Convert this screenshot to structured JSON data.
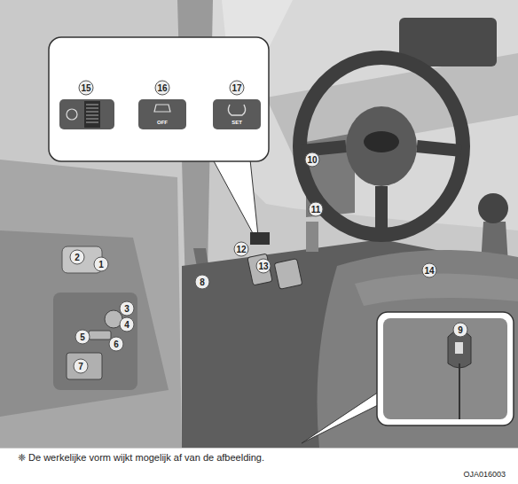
{
  "diagram": {
    "caption": "❈ De werkelijke vorm wijkt mogelijk af van de afbeelding.",
    "labels": [
      "15",
      "16",
      "17",
      "OFF",
      "SET",
      "10",
      "11",
      "12",
      "13",
      "14",
      "8",
      "2",
      "1",
      "3",
      "4",
      "5",
      "6",
      "7",
      "9",
      "OJA016003"
    ]
  }
}
